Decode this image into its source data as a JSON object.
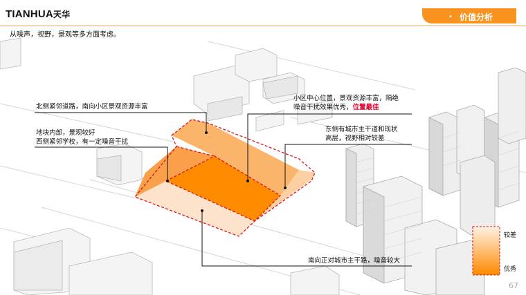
{
  "header": {
    "logo_latin": "TIANHUA",
    "logo_cn": "天华",
    "section_bullet": "•",
    "section_title": "价值分析"
  },
  "subtitle": "从噪声，视野，景观等多方面考虑。",
  "annotations": {
    "north": "北侧紧邻道路，南向小区景观资源丰富",
    "west_line1": "地块内部，景观较好",
    "west_line2": "西侧紧邻学校，有一定噪音干扰",
    "center_line1": "小区中心位置，景观资源丰富，隔绝",
    "center_line2": "噪音干扰效果优秀，",
    "center_highlight": "位置最佳",
    "east_line1": "东侧有城市主干道和现状",
    "east_line2": "高层，视野相对较差",
    "south": "南向正对城市主干路，噪音较大"
  },
  "legend": {
    "top_label": "较差",
    "bottom_label": "优秀"
  },
  "colors": {
    "accent": "#f7931e",
    "zone_best": "#ff8c00",
    "zone_good": "#fbb56a",
    "zone_fair": "#fcd0a0",
    "zone_poor": "#fde3cb",
    "boundary": "#d8141c"
  },
  "page_number": "67"
}
